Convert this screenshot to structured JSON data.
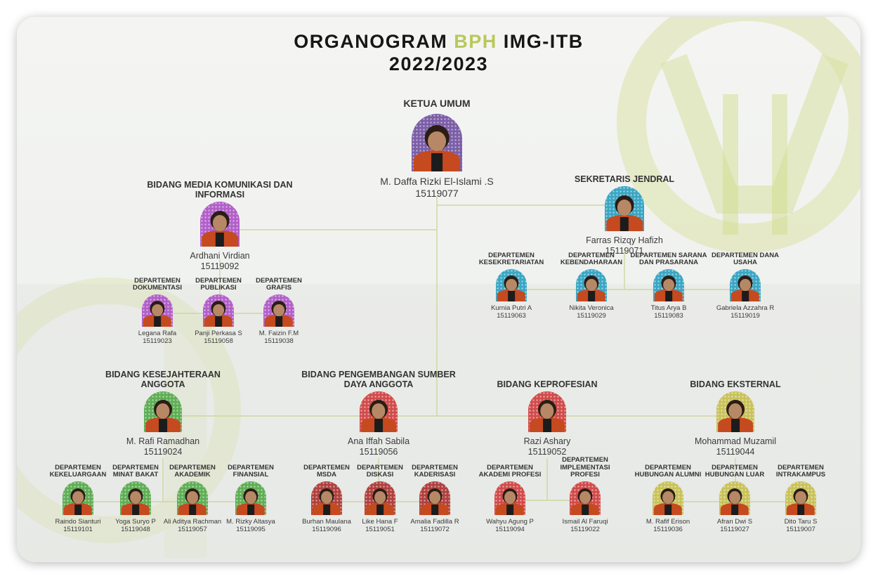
{
  "title": {
    "part1": "ORGANOGRAM ",
    "accent": "BPH",
    "part2": " IMG-ITB",
    "year": "2022/2023"
  },
  "colors": {
    "accent": "#b9c85a",
    "line": "#cfd69e",
    "jacket": "#c64a1f"
  },
  "nodes": [
    {
      "id": "ketua",
      "tier": "top",
      "role": "KETUA UMUM",
      "name": "M. Daffa Rizki El-Islami .S",
      "nim": "15119077",
      "color": "#7b5ea7"
    },
    {
      "id": "sekjen",
      "tier": "big",
      "role": "SEKRETARIS JENDRAL",
      "name": "Farras Rizqy Hafizh",
      "nim": "15119071",
      "color": "#3aa6c4"
    },
    {
      "id": "medkom",
      "tier": "big",
      "role": "BIDANG MEDIA KOMUNIKASI DAN INFORMASI",
      "name": "Ardhani Virdian",
      "nim": "15119092",
      "color": "#b25fc9"
    },
    {
      "id": "dok",
      "tier": "sm",
      "role": "DEPARTEMEN DOKUMENTASI",
      "name": "Legana Rafa",
      "nim": "15119023",
      "color": "#b25fc9"
    },
    {
      "id": "pub",
      "tier": "sm",
      "role": "DEPARTEMEN PUBLIKASI",
      "name": "Panji Perkasa S",
      "nim": "15119058",
      "color": "#b25fc9"
    },
    {
      "id": "gra",
      "tier": "sm",
      "role": "DEPARTEMEN GRAFIS",
      "name": "M. Faizin F.M",
      "nim": "15119038",
      "color": "#b25fc9"
    },
    {
      "id": "kes",
      "tier": "sm",
      "role": "DEPARTEMEN KESEKRETARIATAN",
      "name": "Kurnia Putri A",
      "nim": "15119063",
      "color": "#3aa6c4"
    },
    {
      "id": "keb",
      "tier": "sm",
      "role": "DEPARTEMEN KEBENDAHARAAN",
      "name": "Nikita Veronica",
      "nim": "15119029",
      "color": "#3aa6c4"
    },
    {
      "id": "sar",
      "tier": "sm",
      "role": "DEPARTEMEN SARANA DAN PRASARANA",
      "name": "Titus Arya B",
      "nim": "15119083",
      "color": "#3aa6c4"
    },
    {
      "id": "dan",
      "tier": "sm",
      "role": "DEPARTEMEN DANA USAHA",
      "name": "Gabriela Azzahra R",
      "nim": "15119019",
      "color": "#3aa6c4"
    },
    {
      "id": "kesj",
      "tier": "big",
      "role": "BIDANG KESEJAHTERAAN ANGGOTA",
      "name": "M. Rafi Ramadhan",
      "nim": "15119024",
      "color": "#5fae55"
    },
    {
      "id": "psda",
      "tier": "big",
      "role": "BIDANG PENGEMBANGAN SUMBER DAYA ANGGOTA",
      "name": "Ana Iffah Sabila",
      "nim": "15119056",
      "color": "#d24b4b"
    },
    {
      "id": "kepro",
      "tier": "big",
      "role": "BIDANG KEPROFESIAN",
      "name": "Razi Ashary",
      "nim": "15119052",
      "color": "#d24b4b"
    },
    {
      "id": "eks",
      "tier": "big",
      "role": "BIDANG EKSTERNAL",
      "name": "Mohammad Muzamil",
      "nim": "15119044",
      "color": "#c9c25a"
    },
    {
      "id": "kel",
      "tier": "sm",
      "role": "DEPARTEMEN KEKELUARGAAN",
      "name": "Raindo Sianturi",
      "nim": "15119101",
      "color": "#5fae55"
    },
    {
      "id": "mib",
      "tier": "sm",
      "role": "DEPARTEMEN MINAT BAKAT",
      "name": "Yoga Suryo P",
      "nim": "15119048",
      "color": "#5fae55"
    },
    {
      "id": "aka",
      "tier": "sm",
      "role": "DEPARTEMEN AKADEMIK",
      "name": "Ali Aditya Rachman",
      "nim": "15119057",
      "color": "#5fae55"
    },
    {
      "id": "fin",
      "tier": "sm",
      "role": "DEPARTEMEN FINANSIAL",
      "name": "M. Rizky Altasya",
      "nim": "15119095",
      "color": "#5fae55"
    },
    {
      "id": "msda",
      "tier": "sm",
      "role": "DEPARTEMEN MSDA",
      "name": "Burhan Maulana",
      "nim": "15119096",
      "color": "#b0413e"
    },
    {
      "id": "dis",
      "tier": "sm",
      "role": "DEPARTEMEN DISKASI",
      "name": "Like Hana F",
      "nim": "15119051",
      "color": "#b0413e"
    },
    {
      "id": "kad",
      "tier": "sm",
      "role": "DEPARTEMEN KADERISASI",
      "name": "Amalia Fadilla R",
      "nim": "15119072",
      "color": "#b0413e"
    },
    {
      "id": "akp",
      "tier": "sm",
      "role": "DEPARTEMEN AKADEMI PROFESI",
      "name": "Wahyu Agung P",
      "nim": "15119094",
      "color": "#d24b4b"
    },
    {
      "id": "imp",
      "tier": "sm",
      "role": "DEPARTEMEN IMPLEMENTASI PROFESI",
      "name": "Ismail Al Faruqi",
      "nim": "15119022",
      "color": "#d24b4b"
    },
    {
      "id": "hua",
      "tier": "sm",
      "role": "DEPARTEMEN HUBUNGAN ALUMNI",
      "name": "M. Rafif Erison",
      "nim": "15119036",
      "color": "#c9c25a"
    },
    {
      "id": "hul",
      "tier": "sm",
      "role": "DEPARTEMEN HUBUNGAN LUAR",
      "name": "Afran Dwi S",
      "nim": "15119027",
      "color": "#c9c25a"
    },
    {
      "id": "ink",
      "tier": "sm",
      "role": "DEPARTEMEN INTRAKAMPUS",
      "name": "Dito Taru S",
      "nim": "15119007",
      "color": "#c9c25a"
    }
  ]
}
